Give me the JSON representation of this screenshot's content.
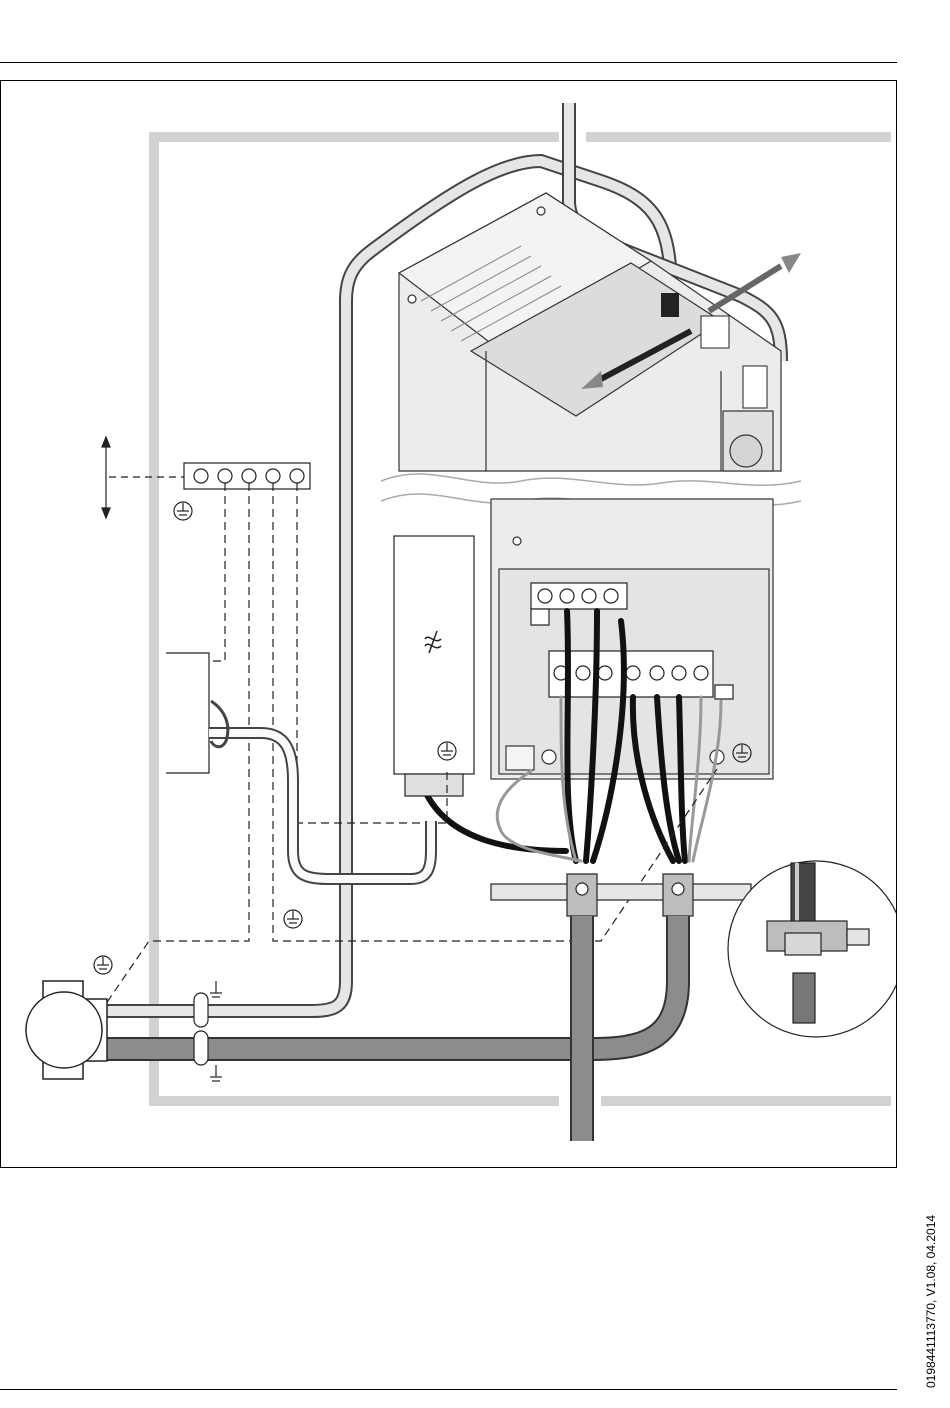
{
  "document": {
    "reference": "0198441113770, V1.08, 04.2014"
  },
  "diagram": {
    "description_labels": [],
    "symbols": [
      "ground-symbol",
      "filter-symbol",
      "double-arrow-icon"
    ],
    "colors": {
      "line": "#222222",
      "cable_light": "#e6e6e6",
      "cable_dark": "#7a7a7a",
      "frame_gray": "#d2d2d2",
      "housing": "#ececec"
    }
  }
}
